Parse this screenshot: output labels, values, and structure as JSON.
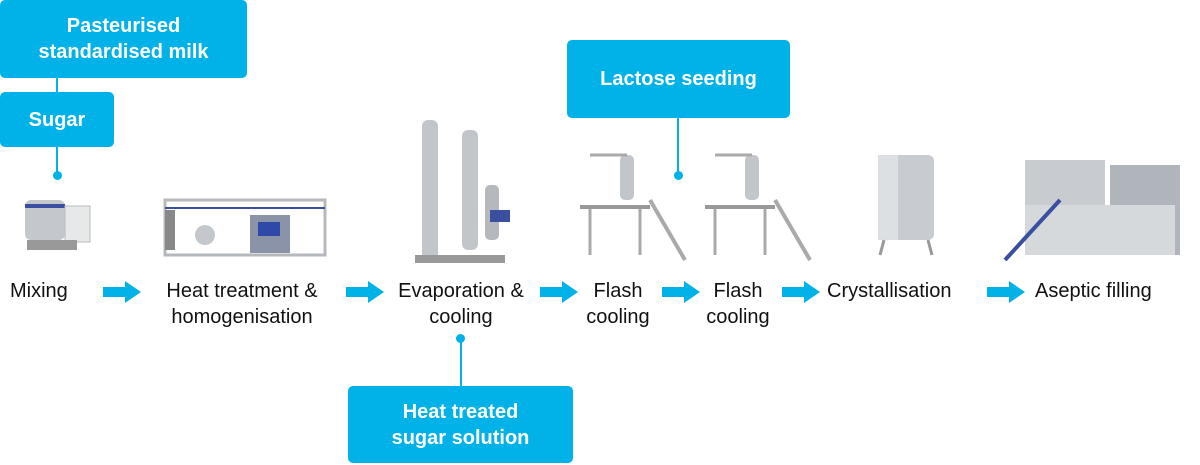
{
  "inputs": {
    "pasteurised_milk": "Pasteurised standardised milk",
    "sugar": "Sugar",
    "lactose_seeding": "Lactose seeding",
    "heat_treated_sugar": "Heat treated sugar solution"
  },
  "steps": [
    {
      "label": "Mixing"
    },
    {
      "label": "Heat treatment & homogenisation"
    },
    {
      "label": "Evaporation & cooling"
    },
    {
      "label": "Flash cooling"
    },
    {
      "label": "Flash cooling"
    },
    {
      "label": "Crystallisation"
    },
    {
      "label": "Aseptic filling"
    }
  ],
  "colors": {
    "accent": "#00b2e8",
    "text": "#111111",
    "steel": "#b9bec4"
  }
}
